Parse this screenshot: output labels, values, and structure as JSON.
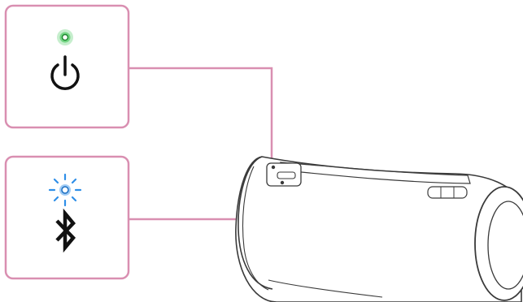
{
  "diagram": {
    "colors": {
      "callout_border": "#d98fb1",
      "connector_line": "#d98fb1",
      "led_green": "#33c24a",
      "led_blue": "#2f8fe8",
      "icon": "#111111",
      "speaker_outline": "#3a3a3a"
    },
    "callouts": [
      {
        "name": "power-callout",
        "icon": "power-icon",
        "indicator": "power-indicator-led",
        "indicator_state": "lit-green"
      },
      {
        "name": "bluetooth-callout",
        "icon": "bluetooth-icon",
        "indicator": "bluetooth-indicator-led",
        "indicator_state": "flashing-blue"
      }
    ],
    "device": "portable-speaker"
  }
}
